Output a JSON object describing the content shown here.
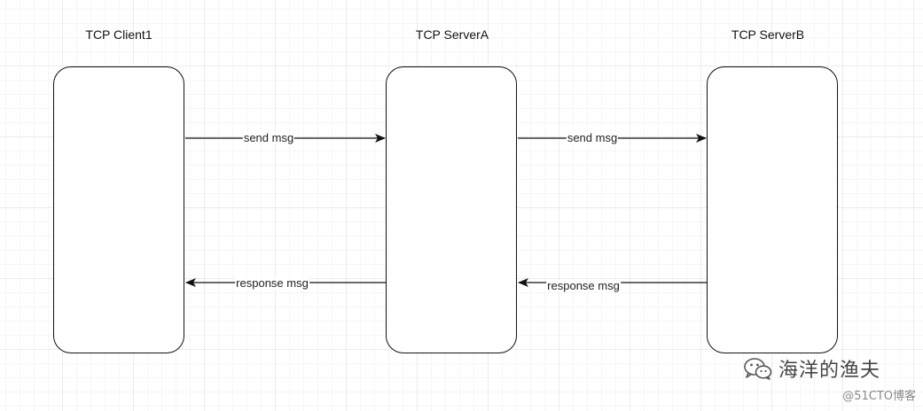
{
  "nodes": [
    {
      "id": "client1",
      "title": "TCP Client1"
    },
    {
      "id": "server_a",
      "title": "TCP ServerA"
    },
    {
      "id": "server_b",
      "title": "TCP ServerB"
    }
  ],
  "edges": [
    {
      "from": "client1",
      "to": "server_a",
      "label": "send msg"
    },
    {
      "from": "server_a",
      "to": "server_b",
      "label": "send msg"
    },
    {
      "from": "server_a",
      "to": "client1",
      "label": "response msg"
    },
    {
      "from": "server_b",
      "to": "server_a",
      "label": "response msg"
    }
  ],
  "watermark": {
    "name": "海洋的渔夫",
    "source": "@51CTO博客",
    "icon": "wechat-icon"
  }
}
